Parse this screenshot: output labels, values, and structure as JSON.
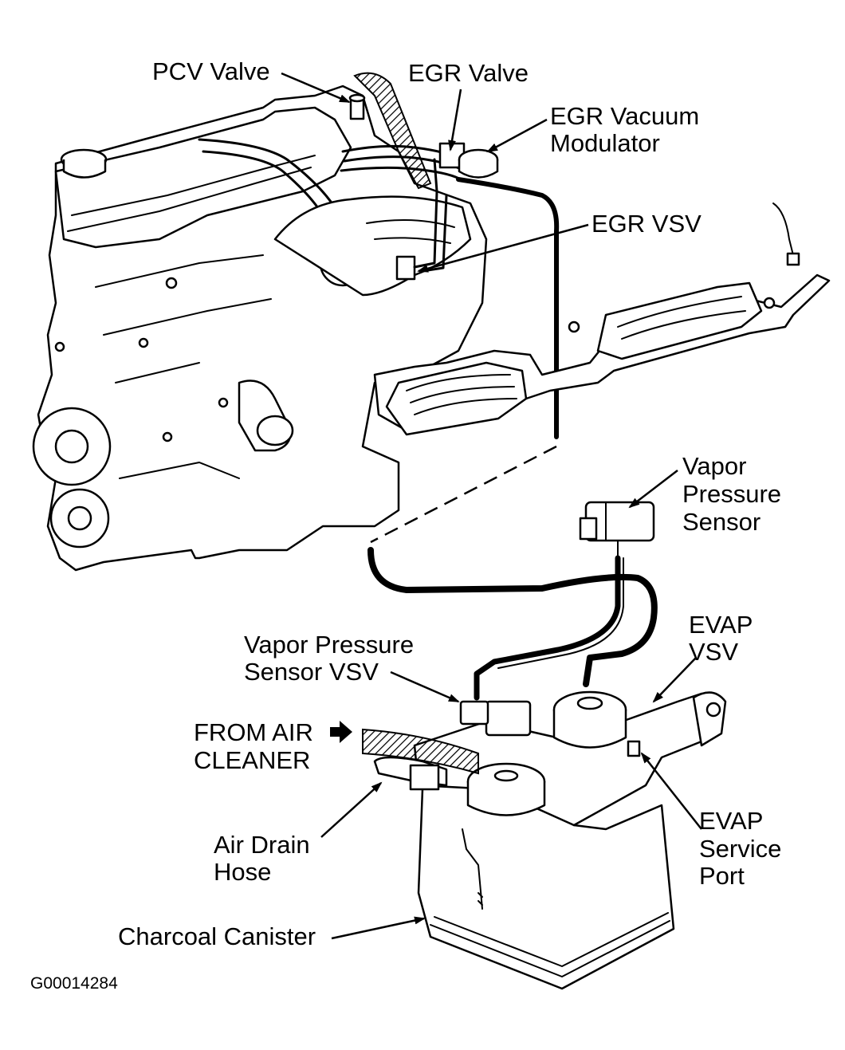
{
  "diagram": {
    "labels": {
      "pcv_valve": "PCV Valve",
      "egr_valve": "EGR Valve",
      "egr_vacuum_modulator_line1": "EGR Vacuum",
      "egr_vacuum_modulator_line2": "Modulator",
      "egr_vsv": "EGR VSV",
      "vapor_pressure_sensor_line1": "Vapor",
      "vapor_pressure_sensor_line2": "Pressure",
      "vapor_pressure_sensor_line3": "Sensor",
      "evap_vsv_line1": "EVAP",
      "evap_vsv_line2": "VSV",
      "vapor_pressure_sensor_vsv_line1": "Vapor Pressure",
      "vapor_pressure_sensor_vsv_line2": "Sensor VSV",
      "from_air_cleaner_line1": "FROM AIR",
      "from_air_cleaner_line2": "CLEANER",
      "air_drain_hose_line1": "Air Drain",
      "air_drain_hose_line2": "Hose",
      "evap_service_port_line1": "EVAP",
      "evap_service_port_line2": "Service",
      "evap_service_port_line3": "Port",
      "charcoal_canister": "Charcoal Canister"
    },
    "figure_code": "G00014284"
  }
}
